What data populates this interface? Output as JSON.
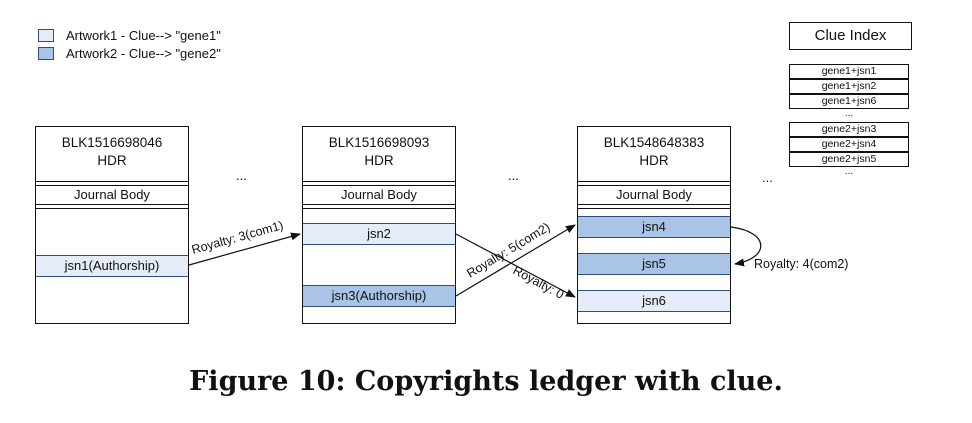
{
  "legend": [
    {
      "label": "Artwork1 - Clue--> \"gene1\"",
      "color": "#e4ecf7"
    },
    {
      "label": "Artwork2 - Clue--> \"gene2\"",
      "color": "#a9c4e6"
    }
  ],
  "blocks": [
    {
      "id": "BLK1516698046",
      "hdr": "HDR",
      "body_label": "Journal Body",
      "rows": [
        {
          "text": "jsn1(Authorship)",
          "shade": "light"
        }
      ]
    },
    {
      "id": "BLK1516698093",
      "hdr": "HDR",
      "body_label": "Journal Body",
      "rows": [
        {
          "text": "jsn2",
          "shade": "light"
        },
        {
          "text": "jsn3(Authorship)",
          "shade": "dark"
        }
      ]
    },
    {
      "id": "BLK1548648383",
      "hdr": "HDR",
      "body_label": "Journal Body",
      "rows": [
        {
          "text": "jsn4",
          "shade": "dark"
        },
        {
          "text": "jsn5",
          "shade": "dark"
        },
        {
          "text": "jsn6",
          "shade": "light"
        }
      ]
    }
  ],
  "ellipsis": "...",
  "arrows": [
    {
      "label": "Royalty: 3(com1)"
    },
    {
      "label": "Royalty: 5(com2)"
    },
    {
      "label": "Royalty: 0"
    },
    {
      "label": "Royalty: 4(com2)"
    }
  ],
  "clue_index": {
    "title": "Clue Index",
    "group1": [
      "gene1+jsn1",
      "gene1+jsn2",
      "gene1+jsn6"
    ],
    "group2": [
      "gene2+jsn3",
      "gene2+jsn4",
      "gene2+jsn5"
    ],
    "dots": "..."
  },
  "caption": "Figure 10: Copyrights ledger with clue."
}
